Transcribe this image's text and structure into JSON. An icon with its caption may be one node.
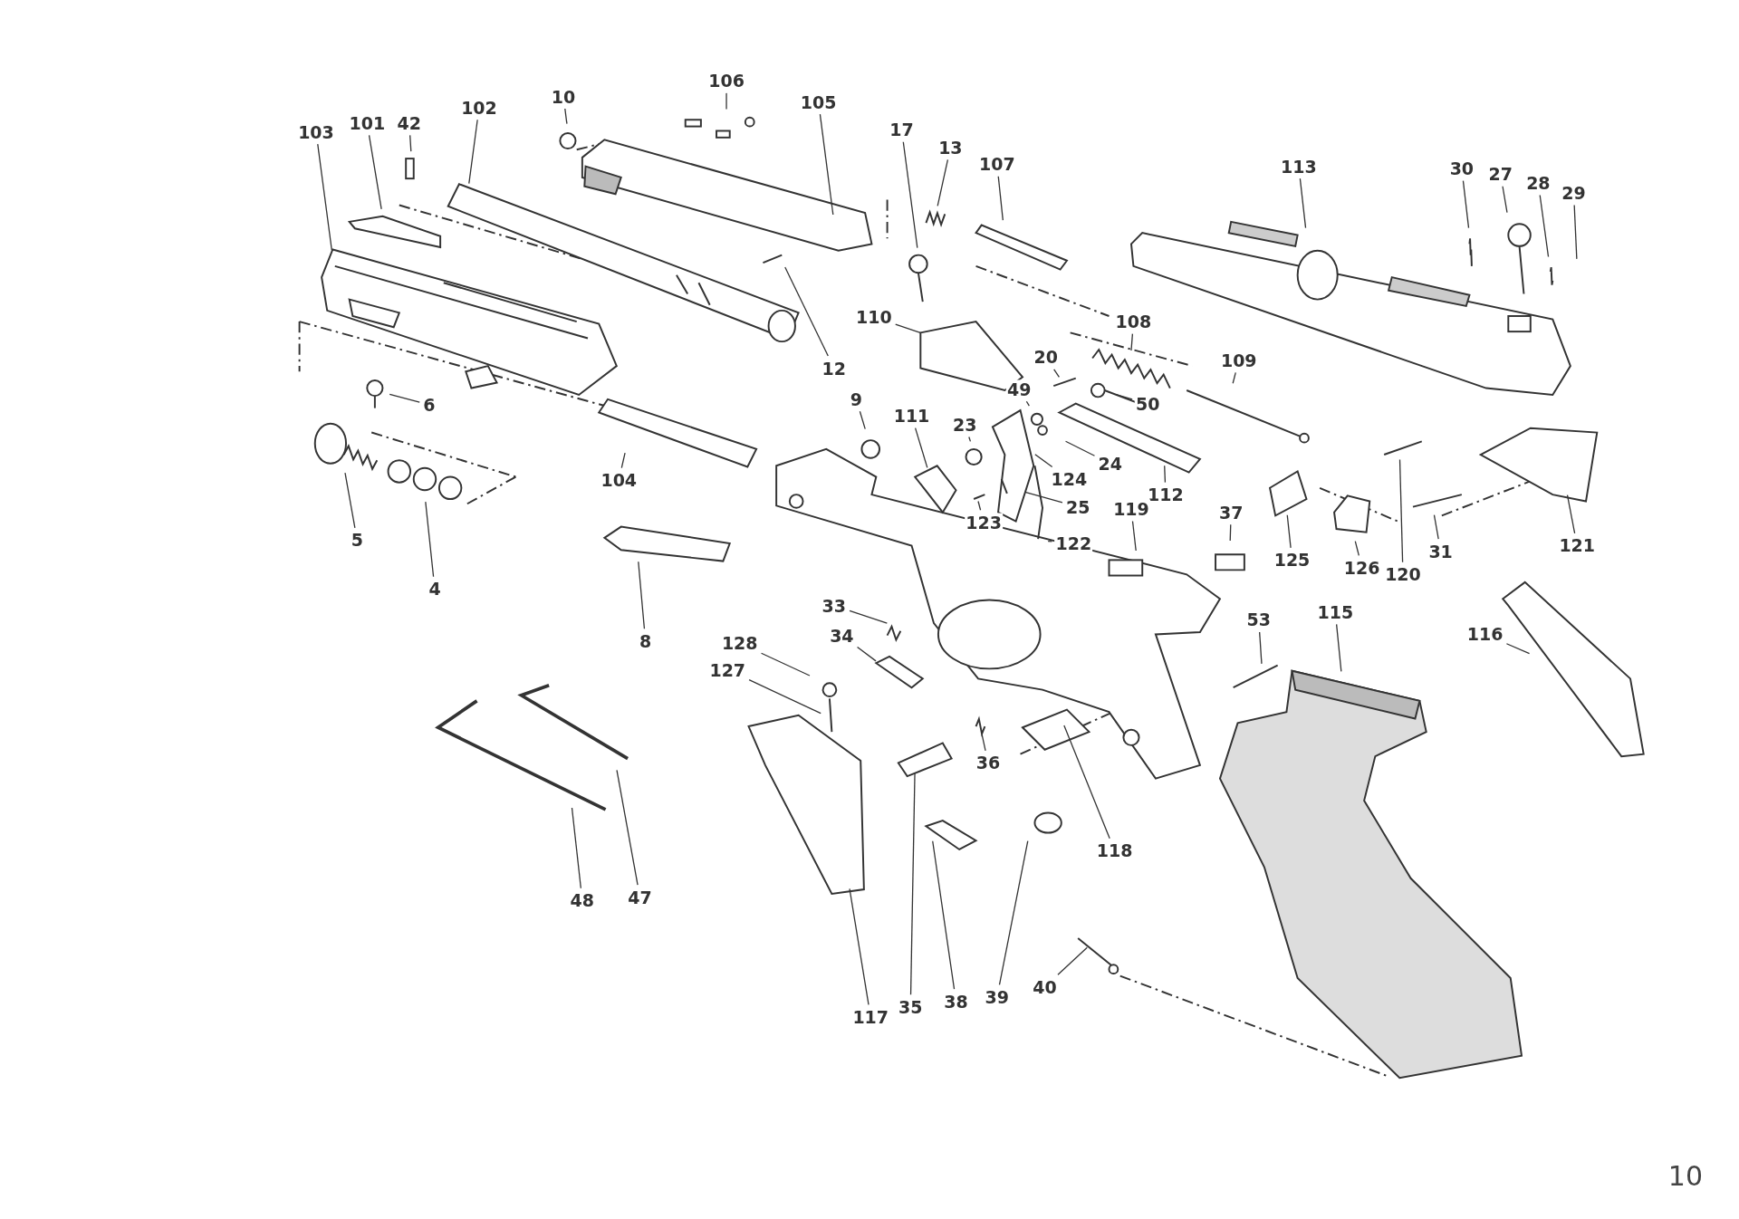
{
  "diagram": {
    "nodes": [
      {
        "text": [
          "106"
        ]
      },
      {
        "text": [
          "10"
        ]
      },
      {
        "text": [
          "105"
        ]
      },
      {
        "text": [
          "102"
        ]
      },
      {
        "text": [
          "103"
        ]
      },
      {
        "text": [
          "101"
        ]
      },
      {
        "text": [
          "42"
        ]
      },
      {
        "text": [
          "17"
        ]
      },
      {
        "text": [
          "13"
        ]
      },
      {
        "text": [
          "107"
        ]
      },
      {
        "text": [
          "113"
        ]
      },
      {
        "text": [
          "30"
        ]
      },
      {
        "text": [
          "27"
        ]
      },
      {
        "text": [
          "28"
        ]
      },
      {
        "text": [
          "29"
        ]
      },
      {
        "text": [
          "108"
        ]
      },
      {
        "text": [
          "110"
        ]
      },
      {
        "text": [
          "109"
        ]
      },
      {
        "text": [
          "12"
        ]
      },
      {
        "text": [
          "20"
        ]
      },
      {
        "text": [
          "49"
        ]
      },
      {
        "text": [
          "50"
        ]
      },
      {
        "text": [
          "6"
        ]
      },
      {
        "text": [
          "9"
        ]
      },
      {
        "text": [
          "111"
        ]
      },
      {
        "text": [
          "23"
        ]
      },
      {
        "text": [
          "104"
        ]
      },
      {
        "text": [
          "24"
        ]
      },
      {
        "text": [
          "124"
        ]
      },
      {
        "text": [
          "112"
        ]
      },
      {
        "text": [
          "25"
        ]
      },
      {
        "text": [
          "119"
        ]
      },
      {
        "text": [
          "123"
        ]
      },
      {
        "text": [
          "37"
        ]
      },
      {
        "text": [
          "5"
        ]
      },
      {
        "text": [
          "4"
        ]
      },
      {
        "text": [
          "122"
        ]
      },
      {
        "text": [
          "125"
        ]
      },
      {
        "text": [
          "126"
        ]
      },
      {
        "text": [
          "120"
        ]
      },
      {
        "text": [
          "31"
        ]
      },
      {
        "text": [
          "121"
        ]
      },
      {
        "text": [
          "8"
        ]
      },
      {
        "text": [
          "33"
        ]
      },
      {
        "text": [
          "34"
        ]
      },
      {
        "text": [
          "53"
        ]
      },
      {
        "text": [
          "115"
        ]
      },
      {
        "text": [
          "116"
        ]
      },
      {
        "text": [
          "128"
        ]
      },
      {
        "text": [
          "127"
        ]
      },
      {
        "text": [
          "36"
        ]
      },
      {
        "text": [
          "118"
        ]
      },
      {
        "text": [
          "48"
        ]
      },
      {
        "text": [
          "47"
        ]
      },
      {
        "text": [
          "117"
        ]
      },
      {
        "text": [
          "35"
        ]
      },
      {
        "text": [
          "38"
        ]
      },
      {
        "text": [
          "39"
        ]
      },
      {
        "text": [
          "40"
        ]
      }
    ],
    "edges": [
      {
        "from": 0,
        "to": null,
        "arrow": "none"
      },
      {
        "from": 1,
        "to": null,
        "arrow": "none"
      },
      {
        "from": 2,
        "to": null,
        "arrow": "none"
      },
      {
        "from": 3,
        "to": null,
        "arrow": "none"
      },
      {
        "from": 4,
        "to": null,
        "arrow": "none"
      },
      {
        "from": 5,
        "to": null,
        "arrow": "none"
      },
      {
        "from": 6,
        "to": null,
        "arrow": "none"
      },
      {
        "from": 7,
        "to": null,
        "arrow": "none"
      },
      {
        "from": 8,
        "to": null,
        "arrow": "none"
      },
      {
        "from": 9,
        "to": null,
        "arrow": "none"
      },
      {
        "from": 10,
        "to": null,
        "arrow": "none"
      },
      {
        "from": 11,
        "to": null,
        "arrow": "none"
      },
      {
        "from": 12,
        "to": null,
        "arrow": "none"
      },
      {
        "from": 13,
        "to": null,
        "arrow": "none"
      },
      {
        "from": 14,
        "to": null,
        "arrow": "none"
      },
      {
        "from": 15,
        "to": null,
        "arrow": "none"
      },
      {
        "from": 16,
        "to": null,
        "arrow": "none"
      },
      {
        "from": 17,
        "to": null,
        "arrow": "none"
      },
      {
        "from": 18,
        "to": null,
        "arrow": "none"
      },
      {
        "from": 19,
        "to": null,
        "arrow": "none"
      },
      {
        "from": 20,
        "to": null,
        "arrow": "none"
      },
      {
        "from": 21,
        "to": null,
        "arrow": "none"
      },
      {
        "from": 22,
        "to": null,
        "arrow": "none"
      },
      {
        "from": 23,
        "to": null,
        "arrow": "none"
      },
      {
        "from": 24,
        "to": null,
        "arrow": "none"
      },
      {
        "from": 25,
        "to": null,
        "arrow": "none"
      },
      {
        "from": 26,
        "to": null,
        "arrow": "none"
      },
      {
        "from": 27,
        "to": null,
        "arrow": "none"
      },
      {
        "from": 28,
        "to": null,
        "arrow": "none"
      },
      {
        "from": 29,
        "to": null,
        "arrow": "none"
      },
      {
        "from": 30,
        "to": null,
        "arrow": "none"
      },
      {
        "from": 31,
        "to": null,
        "arrow": "none"
      },
      {
        "from": 32,
        "to": null,
        "arrow": "none"
      },
      {
        "from": 33,
        "to": null,
        "arrow": "none"
      },
      {
        "from": 34,
        "to": null,
        "arrow": "none"
      },
      {
        "from": 35,
        "to": null,
        "arrow": "none"
      },
      {
        "from": 36,
        "to": null,
        "arrow": "none"
      },
      {
        "from": 37,
        "to": null,
        "arrow": "none"
      },
      {
        "from": 38,
        "to": null,
        "arrow": "none"
      },
      {
        "from": 39,
        "to": null,
        "arrow": "none"
      },
      {
        "from": 40,
        "to": null,
        "arrow": "none"
      },
      {
        "from": 41,
        "to": null,
        "arrow": "none"
      },
      {
        "from": 42,
        "to": null,
        "arrow": "none"
      },
      {
        "from": 43,
        "to": null,
        "arrow": "none"
      },
      {
        "from": 44,
        "to": null,
        "arrow": "none"
      },
      {
        "from": 45,
        "to": null,
        "arrow": "none"
      },
      {
        "from": 46,
        "to": null,
        "arrow": "none"
      },
      {
        "from": 47,
        "to": null,
        "arrow": "none"
      },
      {
        "from": 48,
        "to": null,
        "arrow": "none"
      },
      {
        "from": 49,
        "to": null,
        "arrow": "none"
      },
      {
        "from": 50,
        "to": null,
        "arrow": "none"
      },
      {
        "from": 51,
        "to": null,
        "arrow": "none"
      },
      {
        "from": 52,
        "to": null,
        "arrow": "none"
      },
      {
        "from": 53,
        "to": null,
        "arrow": "none"
      },
      {
        "from": 54,
        "to": null,
        "arrow": "none"
      },
      {
        "from": 55,
        "to": null,
        "arrow": "none"
      },
      {
        "from": 56,
        "to": null,
        "arrow": "none"
      },
      {
        "from": 57,
        "to": null,
        "arrow": "none"
      },
      {
        "from": 58,
        "to": null,
        "arrow": "none"
      }
    ],
    "labels": [
      "10"
    ]
  }
}
